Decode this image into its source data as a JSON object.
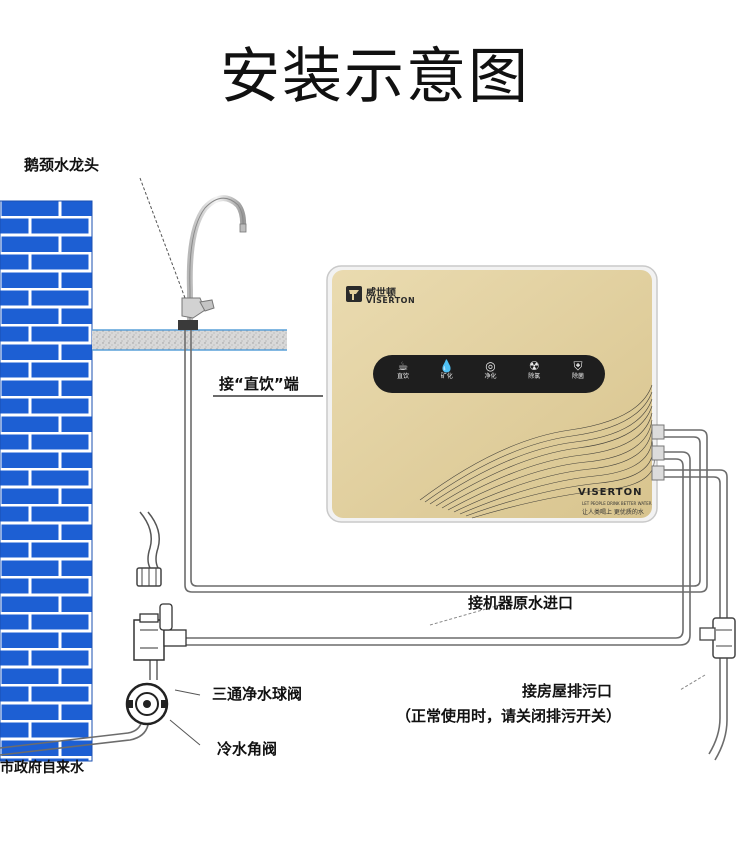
{
  "title": "安装示意图",
  "labels": {
    "faucet": "鹅颈水龙头",
    "direct_drink": "接“直饮”端",
    "raw_water_inlet": "接机器原水进口",
    "three_way_valve": "三通净水球阀",
    "cold_water_valve": "冷水角阀",
    "municipal_water": "市政府自来水",
    "drain": "接房屋排污口",
    "drain_note": "（正常使用时，请关闭排污开关）"
  },
  "device": {
    "brand_cn": "威世顿",
    "brand_en": "VISERTON",
    "brand_bottom": "VISERTON",
    "slogan_en": "LET PEOPLE DRINK BETTER WATER",
    "slogan_cn": "让人类喝上 更优质的水",
    "buttons": [
      {
        "icon": "cup-icon",
        "label": "直饮"
      },
      {
        "icon": "drop-icon",
        "label": "矿化"
      },
      {
        "icon": "swirl-icon",
        "label": "净化"
      },
      {
        "icon": "radiation-icon",
        "label": "除氯"
      },
      {
        "icon": "shield-icon",
        "label": "除菌"
      }
    ]
  },
  "colors": {
    "wall_blue": "#1d5fd3",
    "panel_gold": "#e3cf9c",
    "pipe": "#707070",
    "button_bar": "#1e1e1e"
  }
}
